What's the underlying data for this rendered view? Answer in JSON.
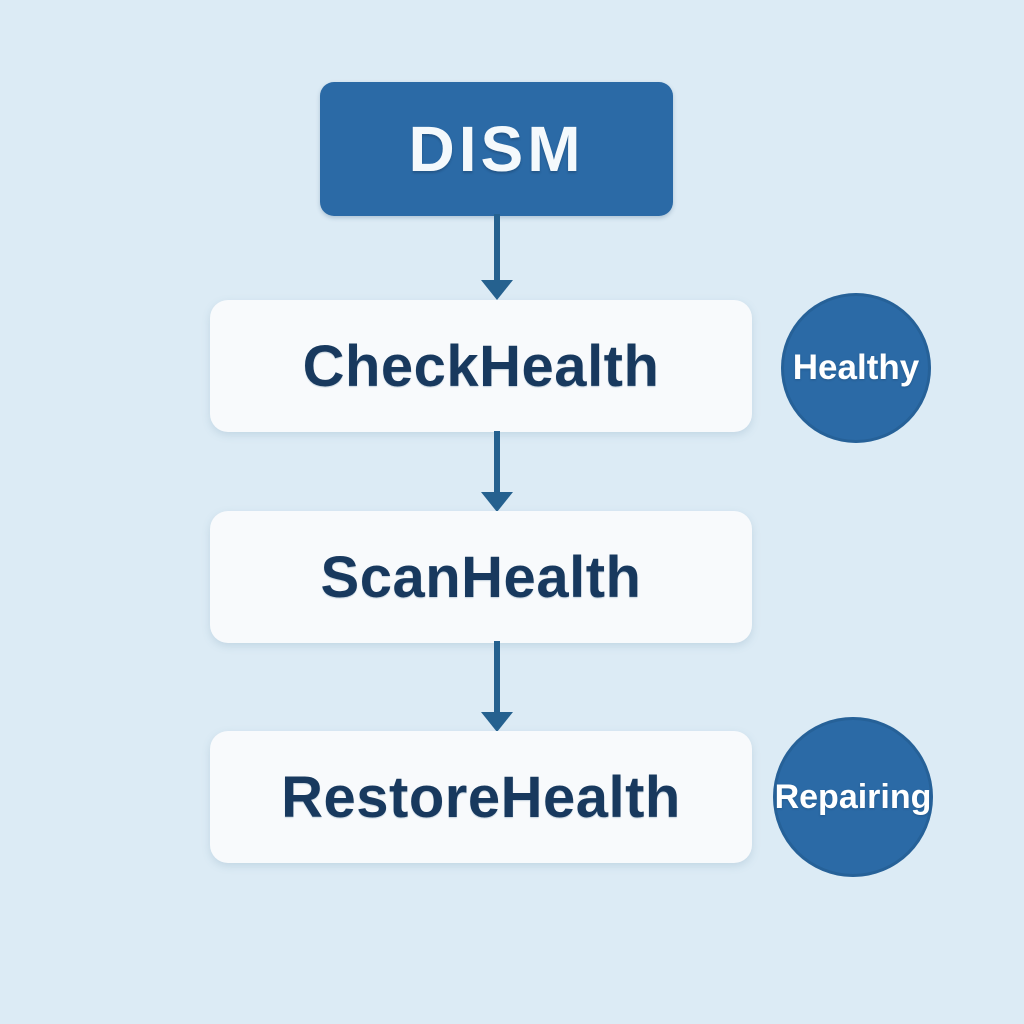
{
  "colors": {
    "background": "#dcebf5",
    "primary": "#2b6aa6",
    "arrow": "#25618f",
    "node_bg": "#f8fafc",
    "node_text": "#18395e",
    "badge_text": "#ffffff"
  },
  "flow": {
    "root": {
      "label": "DISM"
    },
    "steps": [
      {
        "label": "CheckHealth",
        "badge": "Healthy"
      },
      {
        "label": "ScanHealth"
      },
      {
        "label": "RestoreHealth",
        "badge": "Repairing"
      }
    ]
  }
}
